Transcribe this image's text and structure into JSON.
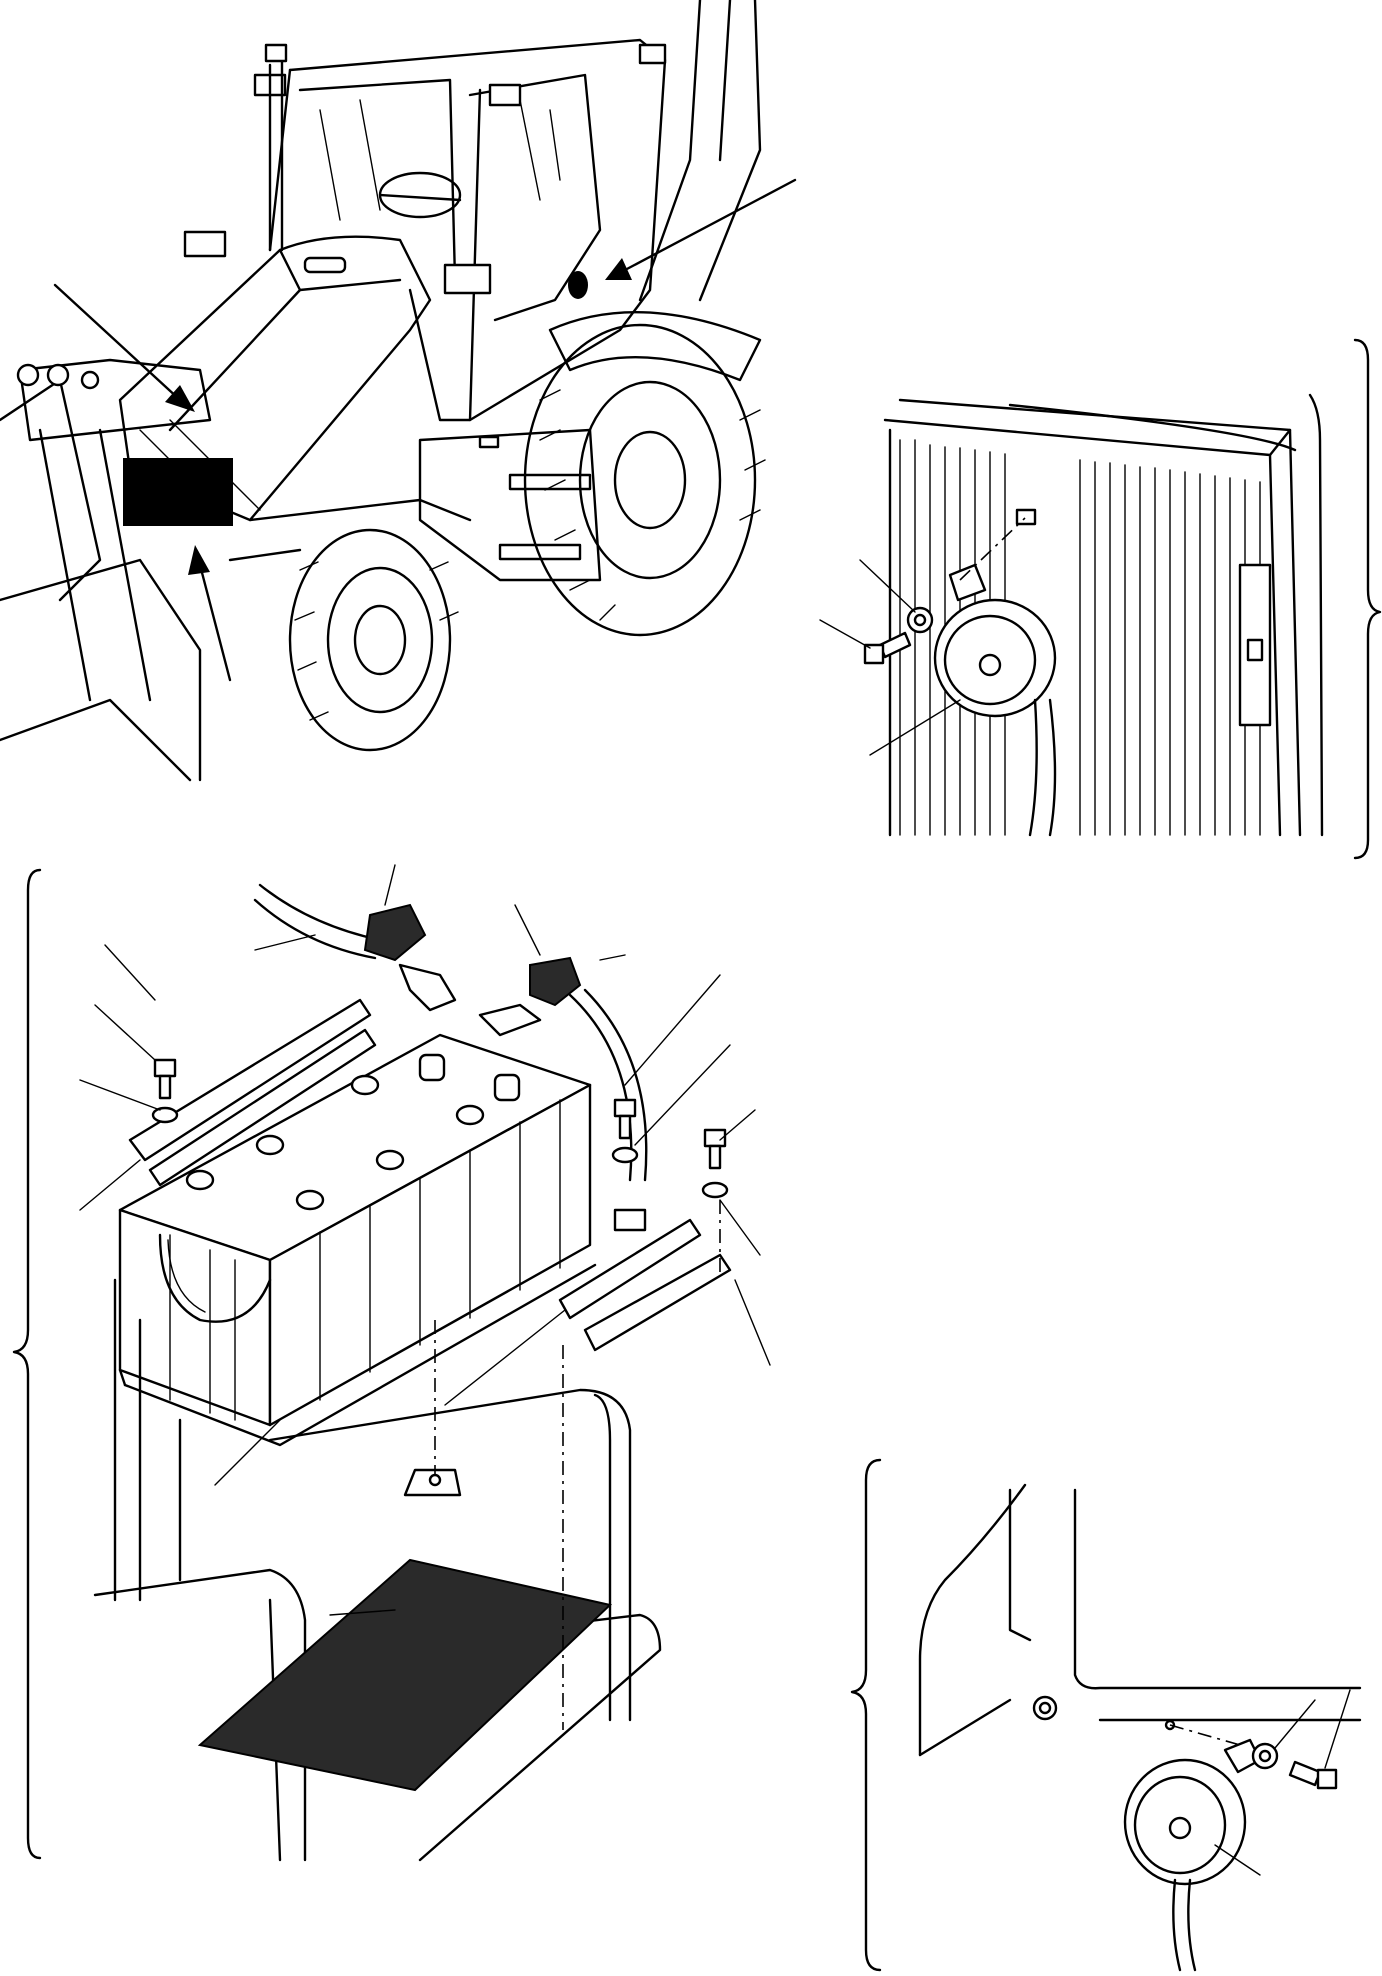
{
  "figure": {
    "description_labels": []
  },
  "colors": {
    "line": "#000000",
    "background": "#ffffff",
    "fill_dark": "#2a2a2a"
  },
  "panels": [
    {
      "id": "machine-overview",
      "icon": "backhoe-loader-icon"
    },
    {
      "id": "horn-cab-detail",
      "icon": "horn-icon"
    },
    {
      "id": "battery-exploded-view",
      "icon": "battery-icon"
    },
    {
      "id": "horn-front-detail",
      "icon": "horn-icon"
    }
  ]
}
